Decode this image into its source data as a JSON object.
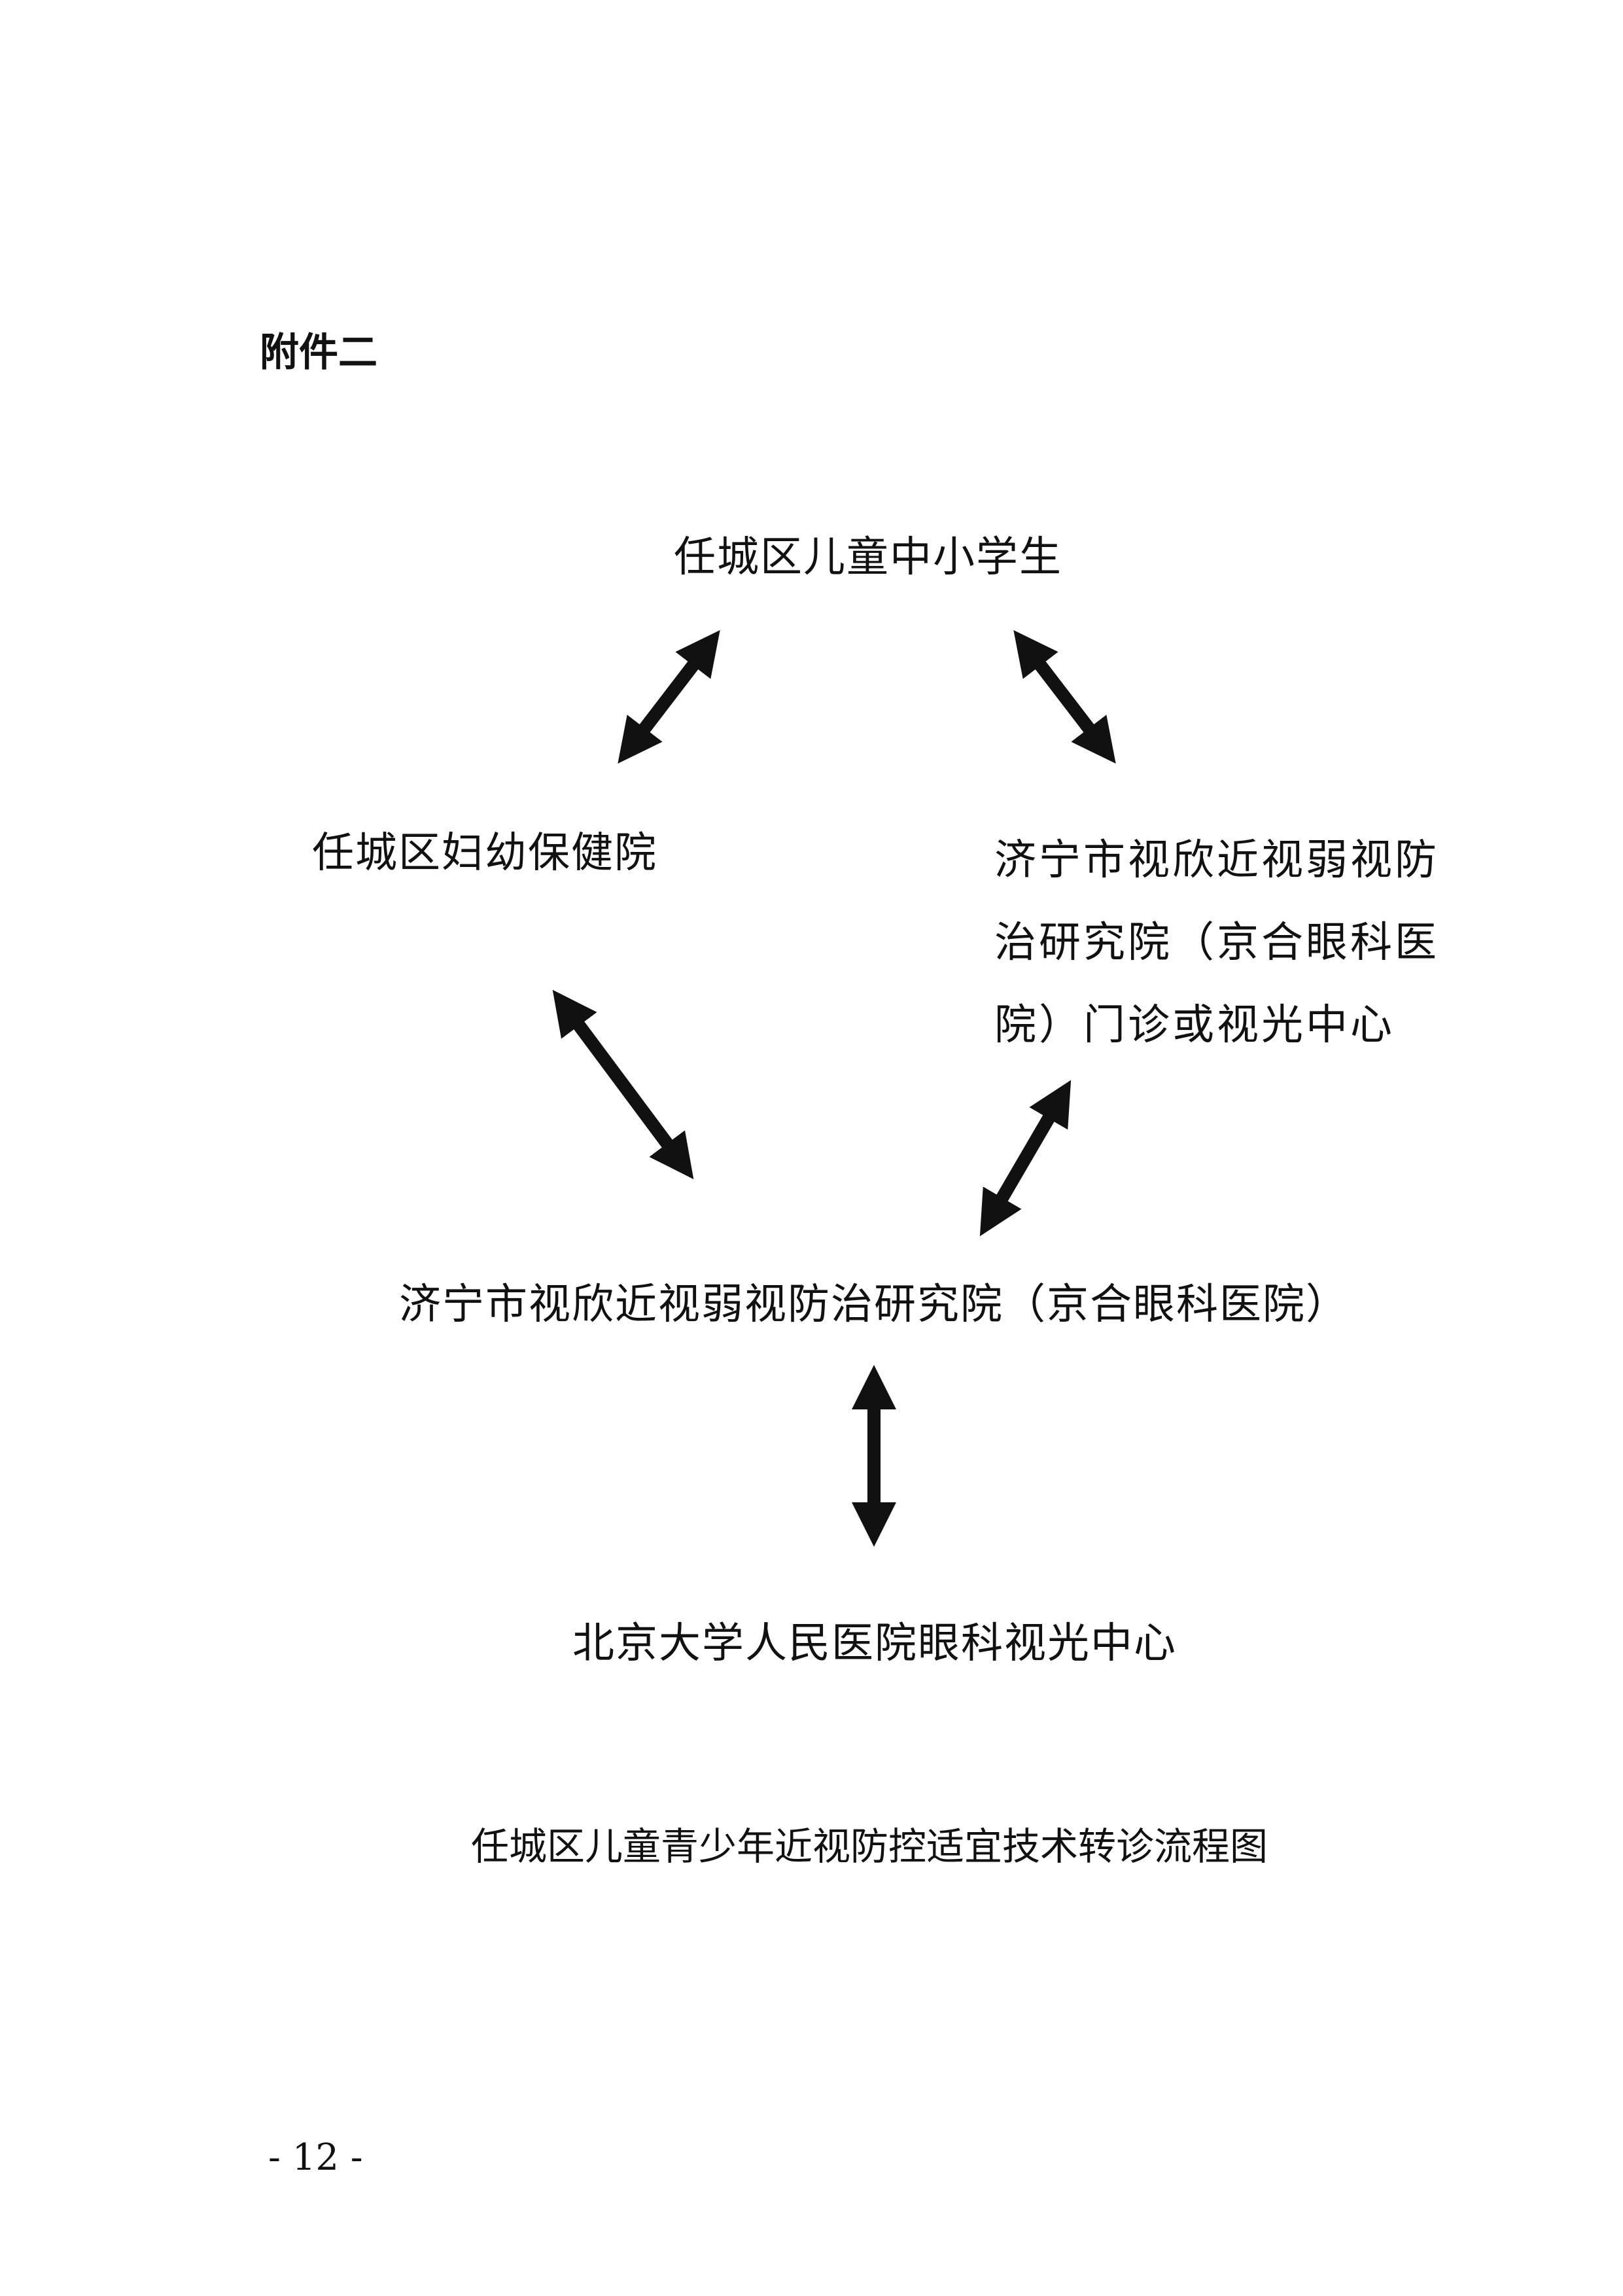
{
  "attachment_label": "附件二",
  "nodes": {
    "top": "任城区儿童中小学生",
    "left": "任城区妇幼保健院",
    "right_lines": [
      "济宁市视欣近视弱视防",
      "治研究院（京合眼科医",
      "院）门诊或视光中心"
    ],
    "center": "济宁市视欣近视弱视防治研究院（京合眼科医院）",
    "bottom": "北京大学人民医院眼科视光中心"
  },
  "caption": "任城区儿童青少年近视防控适宜技术转诊流程图",
  "page_number": "- 12 -",
  "colors": {
    "arrow": "#111111",
    "text": "#111111"
  }
}
